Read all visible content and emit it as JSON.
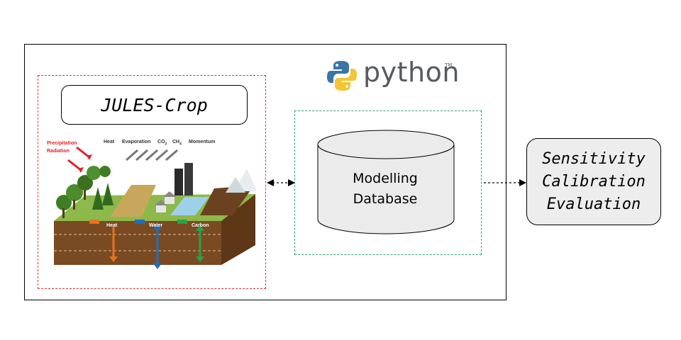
{
  "model": {
    "title": "JULES-Crop",
    "illustration": {
      "precipitation_label": "Precipitation",
      "radiation_label": "Radiation",
      "heat_flux_label": "Heat",
      "evaporation_label": "Evaporation",
      "co2_label": "CO",
      "co2_sub": "2",
      "ch4_label": "CH",
      "ch4_sub": "4",
      "momentum_label": "Momentum",
      "soil_heat_label": "Heat",
      "soil_water_label": "Water",
      "soil_carbon_label": "Carbon"
    }
  },
  "python_logo": {
    "wordmark": "python",
    "trademark": "TM"
  },
  "database": {
    "line1": "Modelling",
    "line2": "Database"
  },
  "analysis": {
    "items": [
      "Sensitivity",
      "Calibration",
      "Evaluation"
    ]
  },
  "colors": {
    "jules_border": "#e0303a",
    "database_border": "#2aa36b",
    "python_blue": "#3b75a8",
    "python_yellow": "#f3c531",
    "analysis_fill": "#ededed",
    "heat_arrow": "#e8731a",
    "water_arrow": "#1f6fbd",
    "carbon_arrow": "#2aa24a"
  }
}
